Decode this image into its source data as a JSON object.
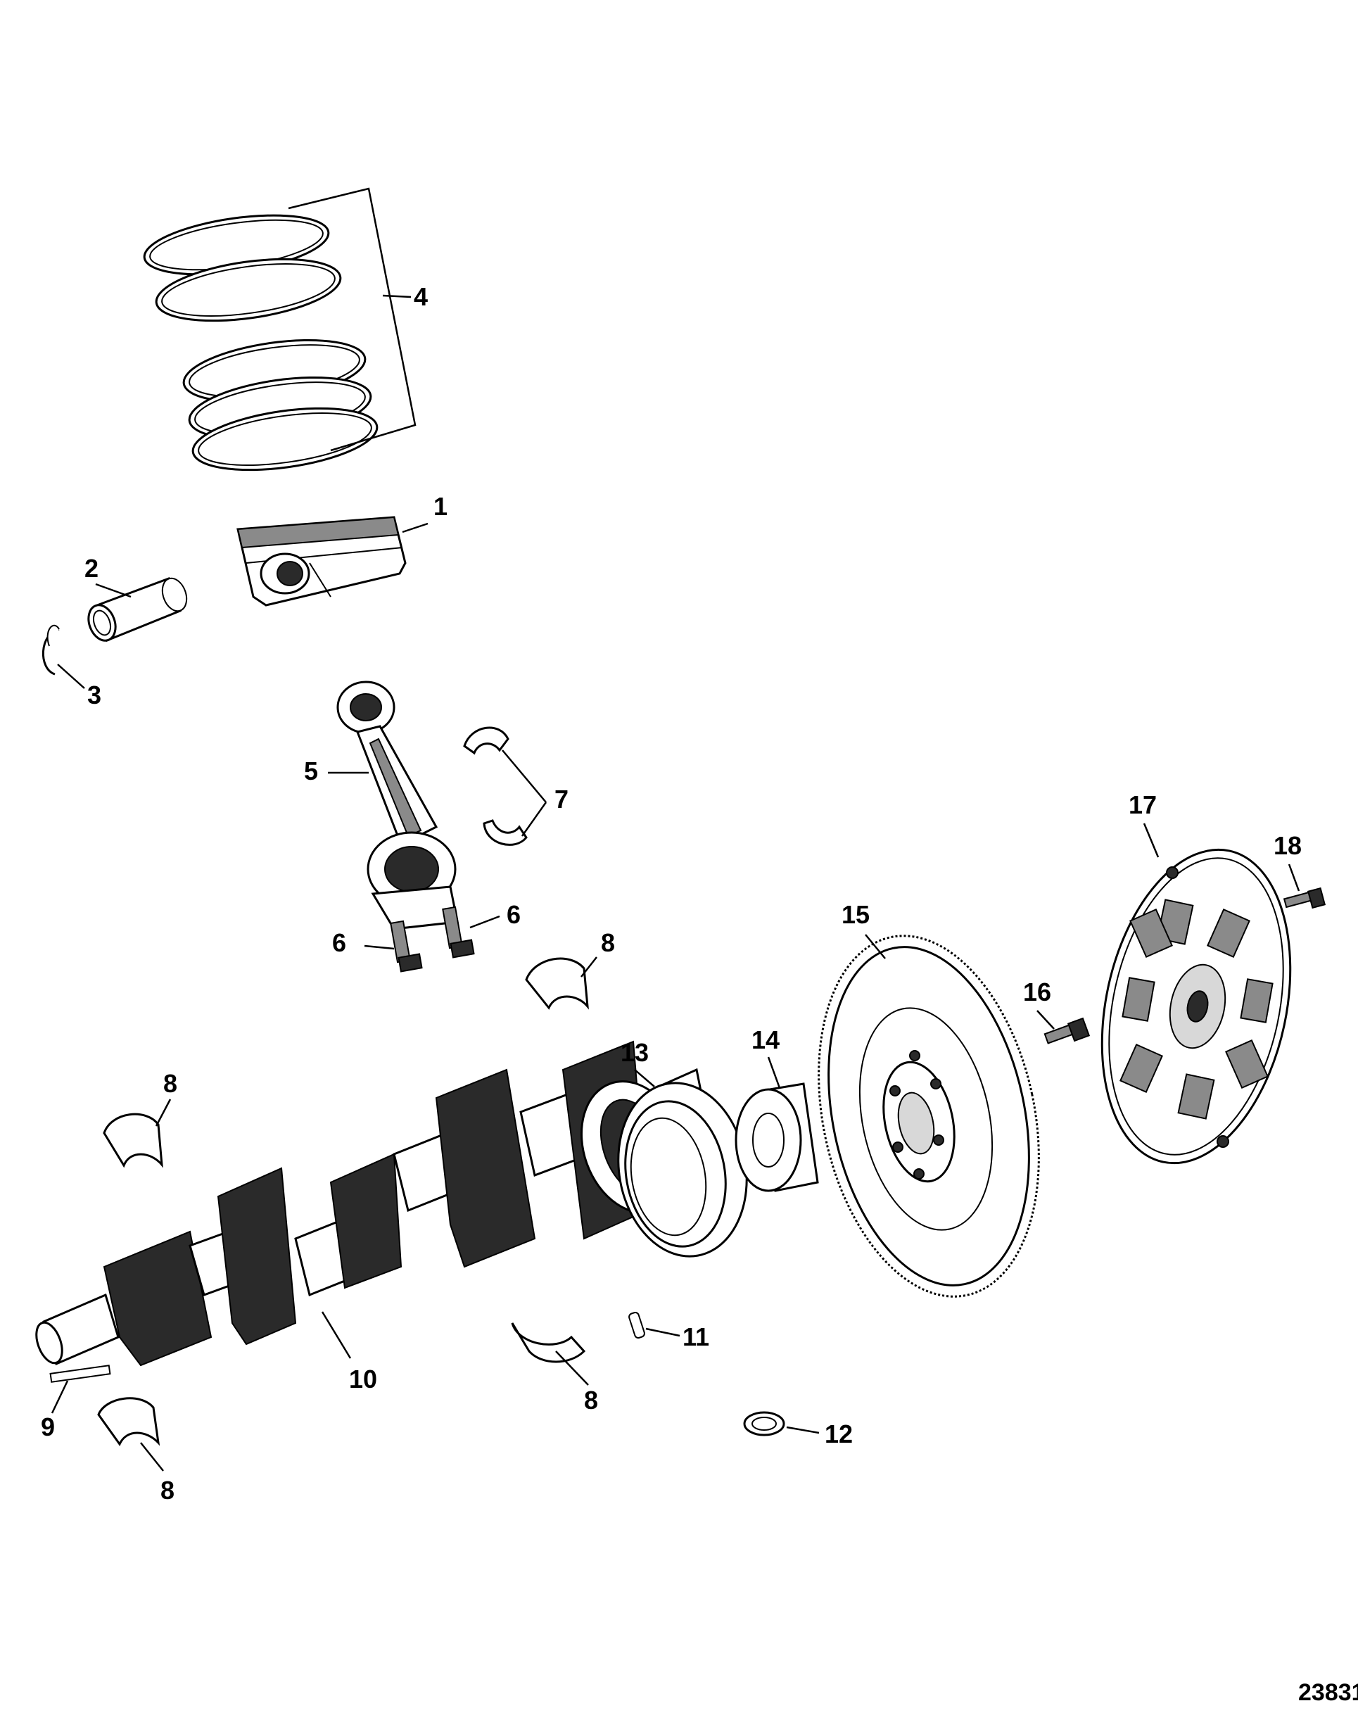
{
  "callouts": {
    "c1": "1",
    "c2": "2",
    "c3": "3",
    "c4": "4",
    "c5": "5",
    "c6a": "6",
    "c6b": "6",
    "c7": "7",
    "c8a": "8",
    "c8b": "8",
    "c8c": "8",
    "c8d": "8",
    "c9": "9",
    "c10": "10",
    "c11": "11",
    "c12": "12",
    "c13": "13",
    "c14": "14",
    "c15": "15",
    "c16": "16",
    "c17": "17",
    "c18": "18"
  },
  "figure_id": "23831"
}
